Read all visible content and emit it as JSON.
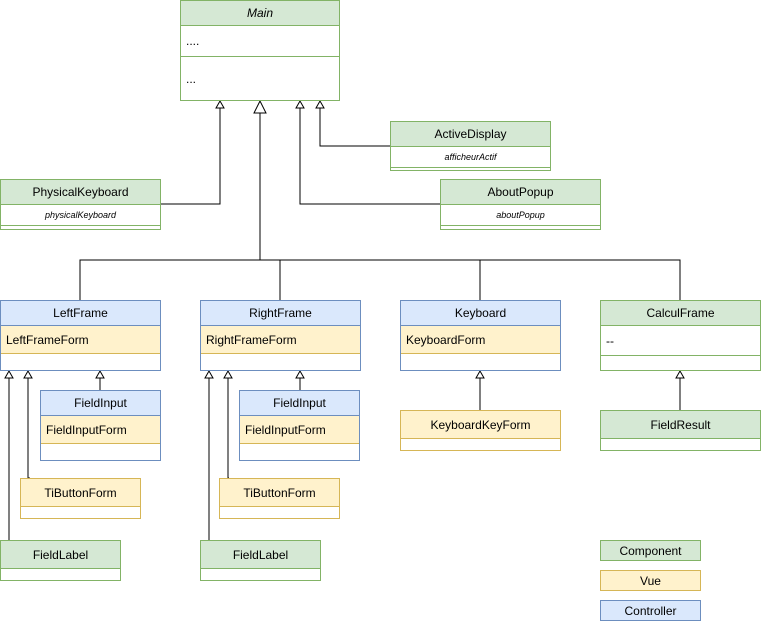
{
  "colors": {
    "component_fill": "#d5e8d4",
    "component_stroke": "#82b366",
    "vue_fill": "#fff2cc",
    "vue_stroke": "#d6b656",
    "controller_fill": "#dae8fc",
    "controller_stroke": "#6c8ebf",
    "edge": "#000000"
  },
  "classes": {
    "main": {
      "title": "Main",
      "attrs": "....",
      "methods": "..."
    },
    "active_display": {
      "title": "ActiveDisplay",
      "attr": "afficheurActif"
    },
    "physical_keyboard": {
      "title": "PhysicalKeyboard",
      "attr": "physicalKeyboard"
    },
    "about_popup": {
      "title": "AboutPopup",
      "attr": "aboutPopup"
    },
    "left_frame": {
      "title": "LeftFrame",
      "form": "LeftFrameForm"
    },
    "right_frame": {
      "title": "RightFrame",
      "form": "RightFrameForm"
    },
    "keyboard": {
      "title": "Keyboard",
      "form": "KeyboardForm"
    },
    "calcul_frame": {
      "title": "CalculFrame",
      "attr": "--"
    },
    "left_field_input": {
      "title": "FieldInput",
      "form": "FieldInputForm"
    },
    "right_field_input": {
      "title": "FieldInput",
      "form": "FieldInputForm"
    },
    "left_ti_button": {
      "title": "TiButtonForm"
    },
    "right_ti_button": {
      "title": "TiButtonForm"
    },
    "left_field_label": {
      "title": "FieldLabel"
    },
    "right_field_label": {
      "title": "FieldLabel"
    },
    "keyboard_key_form": {
      "title": "KeyboardKeyForm"
    },
    "field_result": {
      "title": "FieldResult"
    }
  },
  "legend": {
    "component": "Component",
    "vue": "Vue",
    "controller": "Controller"
  }
}
